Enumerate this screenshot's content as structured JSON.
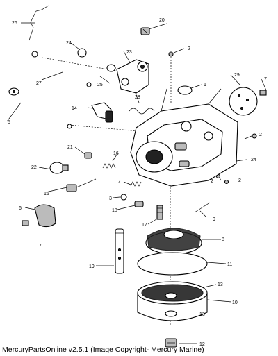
{
  "caption": "MercuryPartsOnline v2.5.1 (Image Copyright- Mercury Marine)",
  "callouts": [
    "1",
    "2",
    "3",
    "4",
    "5",
    "6",
    "7",
    "8",
    "9",
    "10",
    "11",
    "12",
    "13",
    "14",
    "15",
    "16",
    "17",
    "18",
    "19",
    "20",
    "21",
    "22",
    "23",
    "24",
    "25",
    "26",
    "27",
    "28",
    "29"
  ]
}
